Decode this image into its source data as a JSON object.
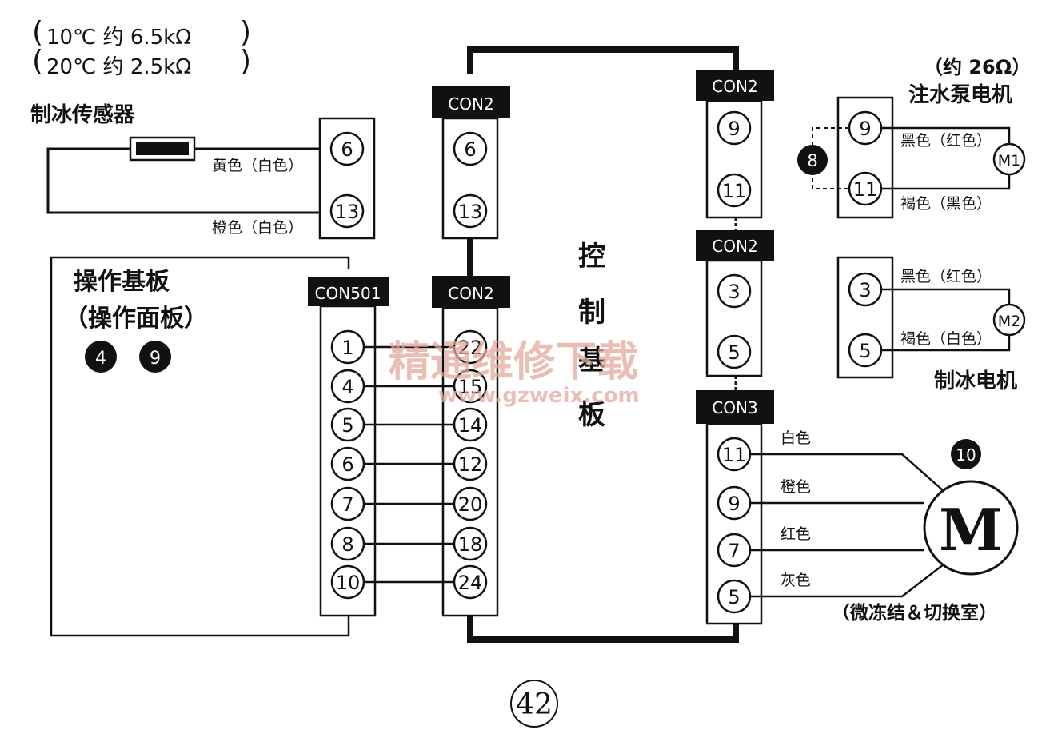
{
  "resistance_note": {
    "line1": "10℃  约 6.5kΩ",
    "line2": "20℃ 约 2.5kΩ"
  },
  "sensor": {
    "title": "制冰传感器",
    "wire_top": "黄色（白色）",
    "wire_bottom": "橙色（白色）",
    "pins": [
      "6",
      "13"
    ]
  },
  "operation_board": {
    "title": "操作基板",
    "subtitle": "（操作面板）",
    "badges": [
      "4",
      "9"
    ],
    "connector": "CON501",
    "pins": [
      "1",
      "4",
      "5",
      "6",
      "7",
      "8",
      "10"
    ]
  },
  "control_board": {
    "title_chars": [
      "控",
      "制",
      "基",
      "板"
    ],
    "left_top": {
      "label": "CON2",
      "pins": [
        "6",
        "13"
      ]
    },
    "left_main": {
      "label": "CON2",
      "pins": [
        "22",
        "15",
        "14",
        "12",
        "20",
        "18",
        "24"
      ]
    },
    "right_top": {
      "label": "CON2",
      "pins": [
        "9",
        "11"
      ]
    },
    "right_mid": {
      "label": "CON2",
      "pins": [
        "3",
        "5"
      ]
    },
    "right_bottom": {
      "label": "CON3",
      "pins": [
        "11",
        "9",
        "7",
        "5"
      ]
    }
  },
  "pump_motor": {
    "resistance": "（约 26Ω）",
    "title": "注水泵电机",
    "badge": "8",
    "motor": "M1",
    "pins": [
      "9",
      "11"
    ],
    "wire_top": "黑色（红色）",
    "wire_bottom": "褐色（黑色）"
  },
  "ice_motor": {
    "title": "制冰电机",
    "motor": "M2",
    "pins": [
      "3",
      "5"
    ],
    "wire_top": "黑色（红色）",
    "wire_bottom": "褐色（白色）"
  },
  "switch_motor": {
    "badge": "10",
    "motor": "M",
    "caption": "（微冻结＆切换室）",
    "wires": [
      "白色",
      "橙色",
      "红色",
      "灰色"
    ]
  },
  "page_number": "42",
  "watermark": {
    "cn": "精通维修下载",
    "url": "www.gzweix.com"
  }
}
